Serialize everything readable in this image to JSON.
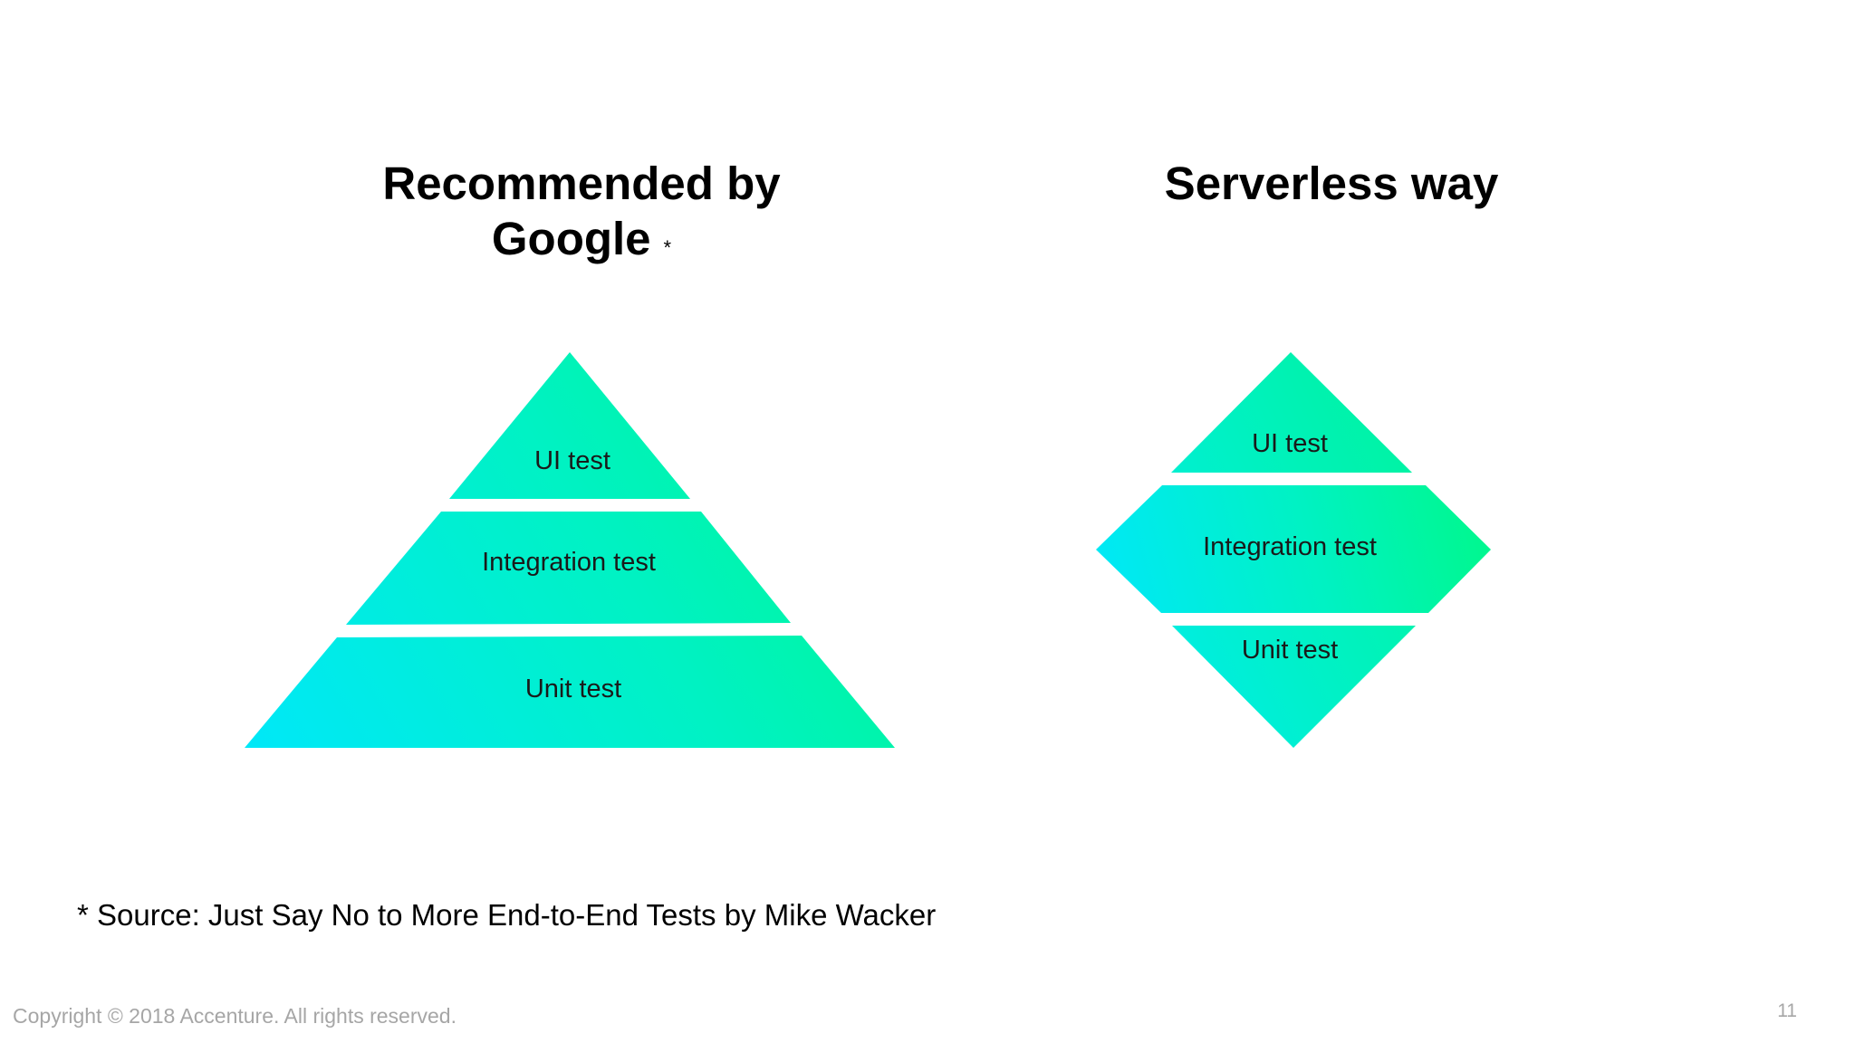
{
  "headings": {
    "left_line1": "Recommended by",
    "left_line2": "Google",
    "left_marker": "*",
    "right": "Serverless way"
  },
  "pyramid": {
    "top": "UI test",
    "middle": "Integration test",
    "bottom": "Unit test"
  },
  "diamond": {
    "top": "UI test",
    "middle": "Integration test",
    "bottom": "Unit test"
  },
  "footnote": "* Source: Just Say No to More End-to-End Tests by Mike Wacker",
  "footer": {
    "copyright": "Copyright © 2018 Accenture. All rights reserved.",
    "page_number": "11"
  },
  "colors": {
    "gradient_cyan": "#00e8f8",
    "gradient_teal": "#00f2c2",
    "gradient_green": "#00f88a"
  }
}
